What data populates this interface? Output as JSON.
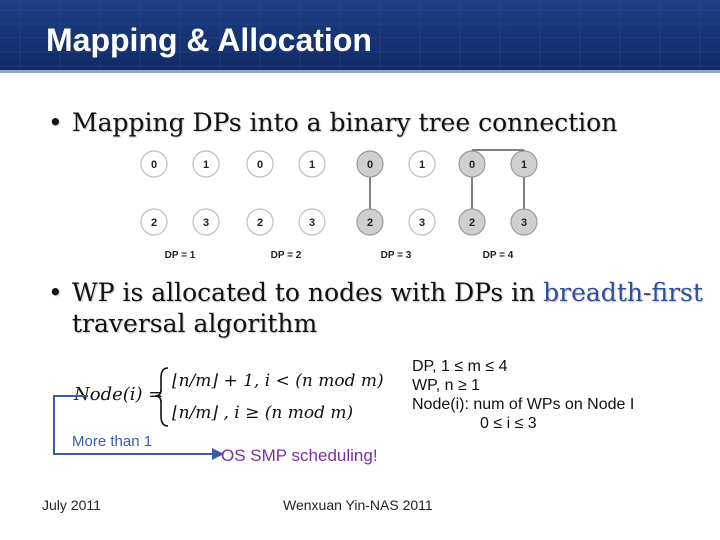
{
  "slide": {
    "title": "Mapping & Allocation",
    "bullet1": "Mapping DPs into a binary tree connection",
    "bullet2_prefix": "WP is allocated to nodes with DPs in ",
    "bullet2_highlight": "breadth-first",
    "bullet2_line2": "traversal algorithm"
  },
  "trees": [
    {
      "label": "DP = 1",
      "nodes": [
        "0",
        "1",
        "2",
        "3"
      ],
      "active": [
        false,
        false,
        false,
        false
      ]
    },
    {
      "label": "DP = 2",
      "nodes": [
        "0",
        "1",
        "2",
        "3"
      ],
      "active": [
        false,
        false,
        false,
        false
      ]
    },
    {
      "label": "DP = 3",
      "nodes": [
        "0",
        "1",
        "2",
        "3"
      ],
      "active": [
        true,
        false,
        true,
        false
      ]
    },
    {
      "label": "DP = 4",
      "nodes": [
        "0",
        "1",
        "2",
        "3"
      ],
      "active": [
        true,
        true,
        true,
        true
      ]
    }
  ],
  "formula": {
    "lhs": "Node(i) =",
    "case1": "⌊n/m⌋ + 1, i < (n mod m)",
    "case2": "⌊n/m⌋ , i ≥ (n mod m)"
  },
  "notes": [
    "DP, 1 ≤ m ≤ 4",
    "WP, n ≥ 1",
    "Node(i): num of WPs on Node I",
    "0 ≤ i ≤ 3"
  ],
  "more_than": "More than 1",
  "smp_label": "OS SMP scheduling!",
  "footer": {
    "date": "July 2011",
    "author": "Wenxuan Yin-NAS 2011"
  },
  "colors": {
    "header": "#163272",
    "accent_text": "#2e4f9a",
    "smp_text": "#7a2fa0",
    "arrow": "#3a5ca8"
  }
}
